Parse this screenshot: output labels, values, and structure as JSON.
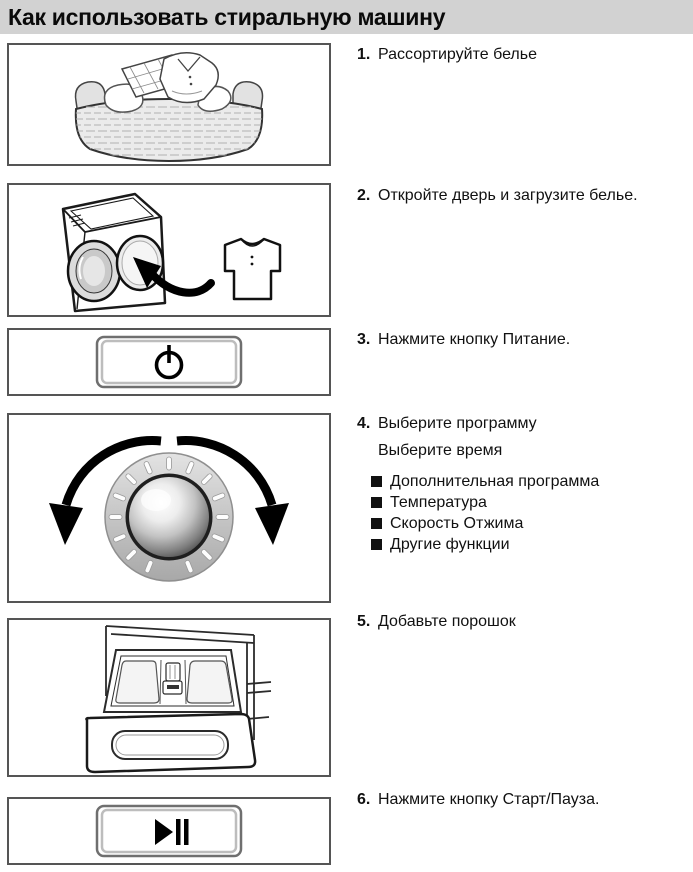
{
  "title": "Как использовать стиральную машину",
  "steps": [
    {
      "number": "1.",
      "text": "Рассортируйте белье"
    },
    {
      "number": "2.",
      "text": "Откройте дверь и загрузите белье."
    },
    {
      "number": "3.",
      "text": "Нажмите кнопку Питание."
    },
    {
      "number": "4.",
      "text": "Выберите программу",
      "subtext": "Выберите время",
      "bullets": [
        "Дополнительная программа",
        "Температура",
        "Скорость Отжима",
        "Другие функции"
      ]
    },
    {
      "number": "5.",
      "text": "Добавьте порошок"
    },
    {
      "number": "6.",
      "text": "Нажмите кнопку Старт/Пауза."
    }
  ],
  "illustrations": [
    "laundry-basket",
    "washer-door-loading",
    "power-button",
    "program-dial",
    "detergent-drawer",
    "start-pause-button"
  ],
  "colors": {
    "title_bar_bg": "#d2d2d2",
    "box_border": "#555555",
    "text": "#111111",
    "icon_black": "#000000"
  }
}
